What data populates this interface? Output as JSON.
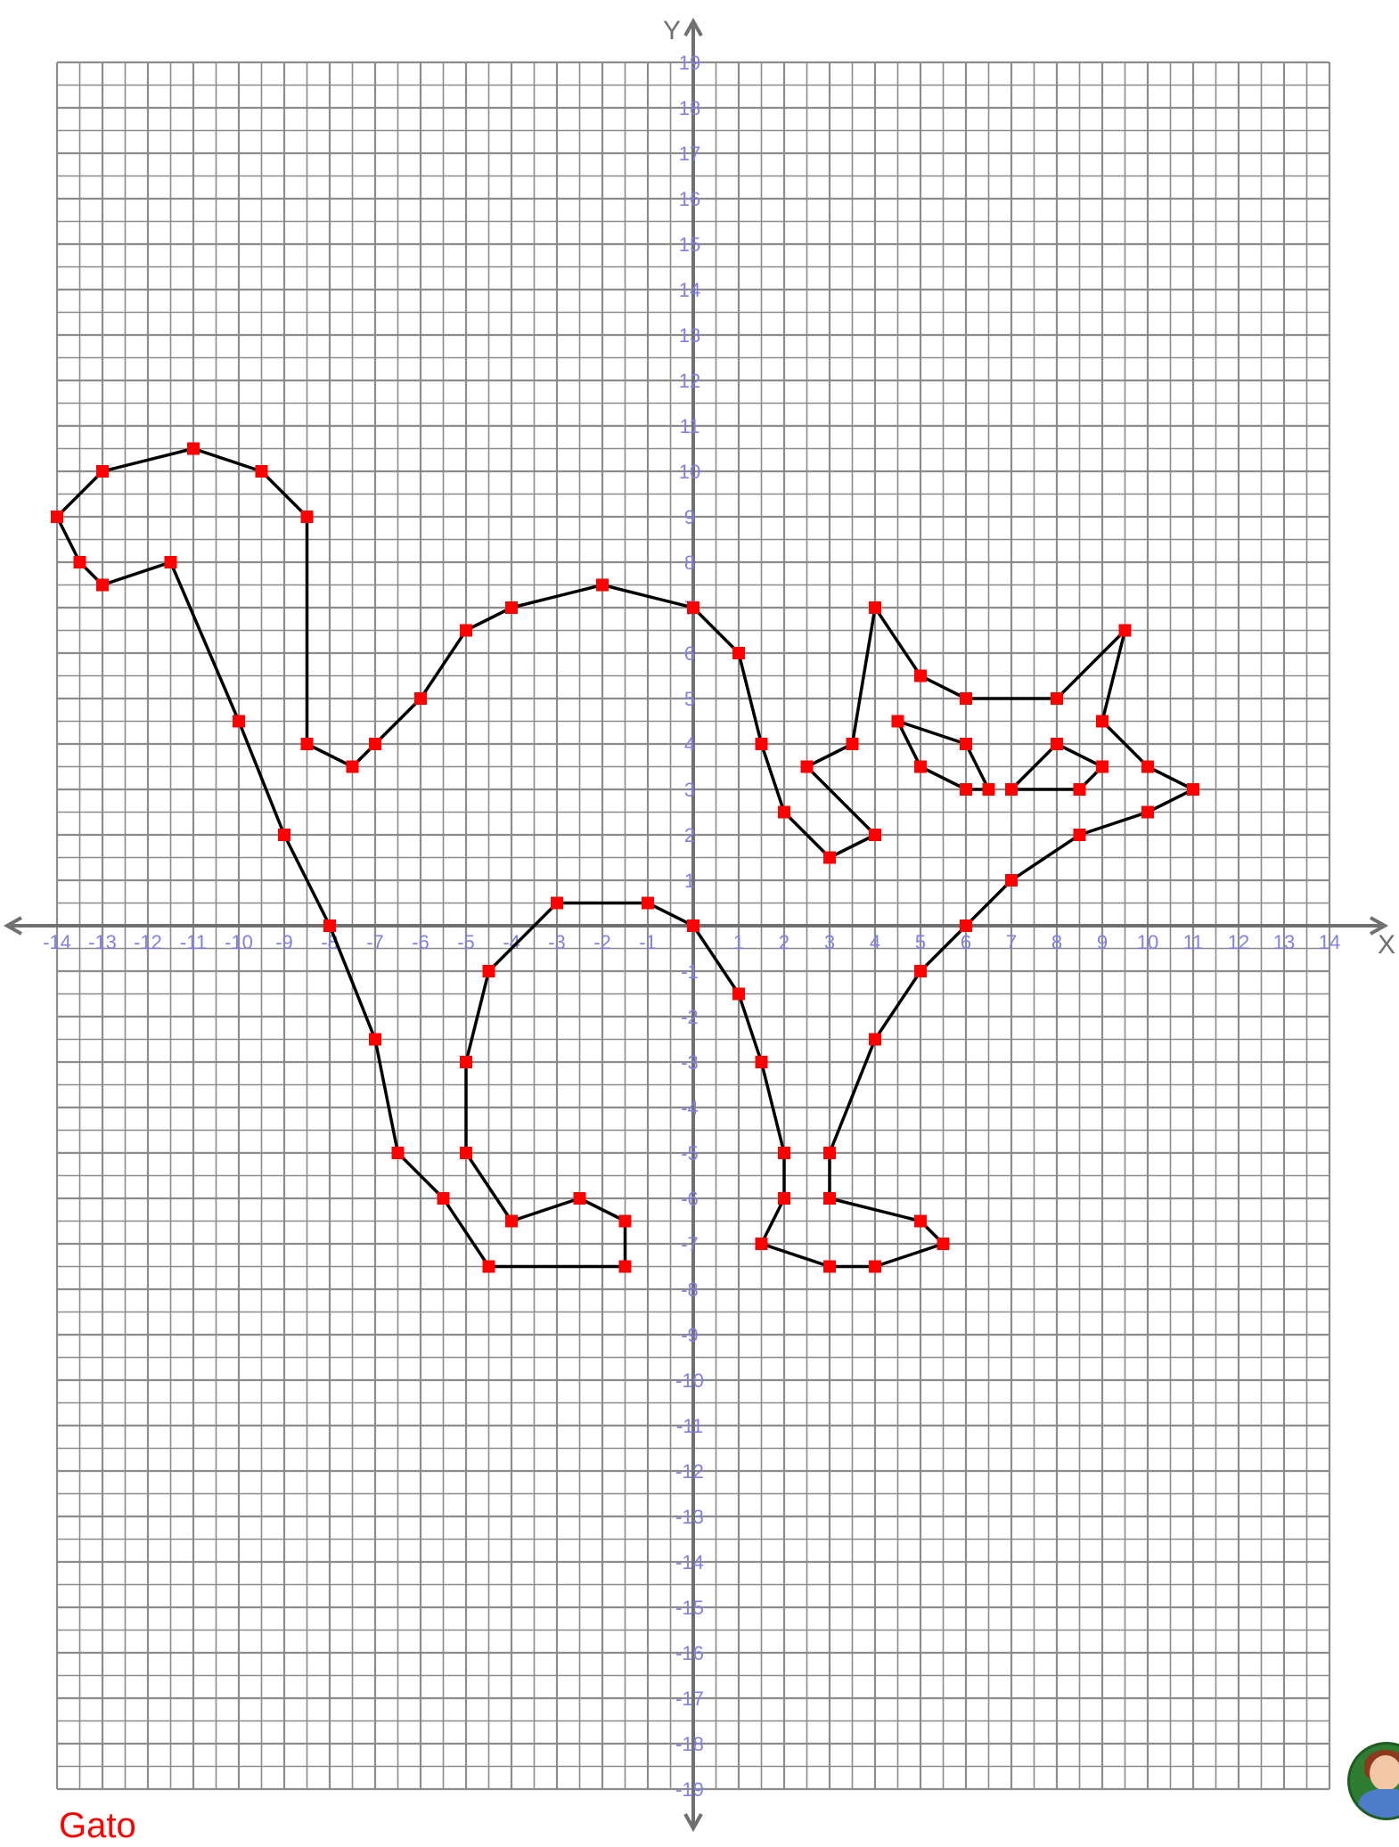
{
  "chart_data": {
    "type": "scatter",
    "title": "Gato",
    "xlabel": "X",
    "ylabel": "Y",
    "xlim": [
      -14,
      14
    ],
    "ylim": [
      -19,
      19
    ],
    "grid": true,
    "grid_step": 1,
    "x_ticks": [
      -14,
      -13,
      -12,
      -11,
      -10,
      -9,
      -8,
      -7,
      -6,
      -5,
      -4,
      -3,
      -2,
      -1,
      1,
      2,
      3,
      4,
      5,
      6,
      7,
      8,
      9,
      10,
      11,
      12,
      13,
      14
    ],
    "y_ticks": [
      19,
      18,
      17,
      16,
      15,
      14,
      13,
      12,
      11,
      10,
      9,
      8,
      7,
      6,
      5,
      4,
      3,
      2,
      1,
      -1,
      -2,
      -3,
      -4,
      -5,
      -6,
      -7,
      -8,
      -9,
      -10,
      -11,
      -12,
      -13,
      -14,
      -15,
      -16,
      -17,
      -18,
      -19
    ],
    "series": [
      {
        "points": [
          [
            -11.5,
            8
          ],
          [
            -13,
            7.5
          ],
          [
            -13.5,
            8
          ],
          [
            -14,
            9
          ],
          [
            -13,
            10
          ],
          [
            -11,
            10.5
          ],
          [
            -9.5,
            10
          ],
          [
            -8.5,
            9
          ],
          [
            -8.5,
            4
          ],
          [
            -7.5,
            3.5
          ],
          [
            -7,
            4
          ],
          [
            -6,
            5
          ],
          [
            -5,
            6.5
          ],
          [
            -4,
            7
          ],
          [
            -2,
            7.5
          ],
          [
            0,
            7
          ],
          [
            1,
            6
          ],
          [
            1.5,
            4
          ],
          [
            2,
            2.5
          ],
          [
            3,
            1.5
          ],
          [
            4,
            2
          ],
          [
            2.5,
            3.5
          ],
          [
            3.5,
            4
          ],
          [
            4,
            7
          ],
          [
            5,
            5.5
          ],
          [
            6,
            5
          ],
          [
            8,
            5
          ],
          [
            9.5,
            6.5
          ],
          [
            9,
            4.5
          ],
          [
            10,
            3.5
          ],
          [
            11,
            3
          ],
          [
            10,
            2.5
          ],
          [
            8.5,
            2
          ],
          [
            7,
            1
          ],
          [
            6,
            0
          ],
          [
            5,
            -1
          ],
          [
            4,
            -2.5
          ],
          [
            3,
            -5
          ],
          [
            3,
            -6
          ],
          [
            5,
            -6.5
          ],
          [
            5.5,
            -7
          ],
          [
            4,
            -7.5
          ],
          [
            3,
            -7.5
          ],
          [
            1.5,
            -7
          ],
          [
            2,
            -6
          ],
          [
            2,
            -5
          ],
          [
            1.5,
            -3
          ],
          [
            1,
            -1.5
          ],
          [
            0,
            0
          ],
          [
            -1,
            0.5
          ],
          [
            -3,
            0.5
          ],
          [
            -4.5,
            -1
          ],
          [
            -5,
            -3
          ],
          [
            -5,
            -5
          ],
          [
            -4,
            -6.5
          ],
          [
            -2.5,
            -6
          ],
          [
            -1.5,
            -6.5
          ],
          [
            -1.5,
            -7.5
          ],
          [
            -4.5,
            -7.5
          ],
          [
            -5.5,
            -6
          ],
          [
            -6.5,
            -5
          ],
          [
            -7,
            -2.5
          ],
          [
            -8,
            0
          ],
          [
            -9,
            2
          ],
          [
            -10,
            4.5
          ],
          [
            -11.5,
            8
          ]
        ]
      },
      {
        "points": [
          [
            4.5,
            4.5
          ],
          [
            6,
            4
          ],
          [
            6.5,
            3
          ],
          [
            6,
            3
          ],
          [
            5,
            3.5
          ],
          [
            4.5,
            4.5
          ]
        ]
      },
      {
        "points": [
          [
            7,
            3
          ],
          [
            8,
            4
          ],
          [
            9,
            3.5
          ],
          [
            8.5,
            3
          ],
          [
            7,
            3
          ]
        ]
      }
    ],
    "colors": {
      "grid": "#8c8c8c",
      "axis": "#707070",
      "tick_labels": "#8080e8",
      "line": "#000000",
      "points": "#ff0000",
      "title": "#ff0000"
    }
  }
}
